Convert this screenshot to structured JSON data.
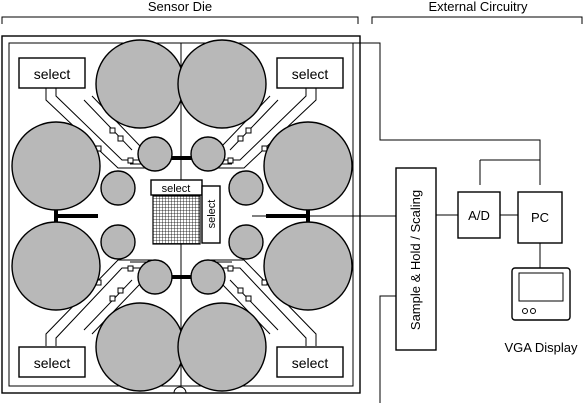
{
  "header": {
    "sensor_die": "Sensor Die",
    "external_circuitry": "External Circuitry"
  },
  "die": {
    "select_tl": "select",
    "select_tr": "select",
    "select_bl": "select",
    "select_br": "select",
    "center_select_top": "select",
    "center_select_right": "select"
  },
  "external": {
    "sample_hold": "Sample & Hold / Scaling",
    "ad": "A/D",
    "pc": "PC",
    "vga": "VGA Display"
  },
  "colors": {
    "pad_fill": "#b8b8b8",
    "stroke": "#000000",
    "background": "#ffffff"
  }
}
